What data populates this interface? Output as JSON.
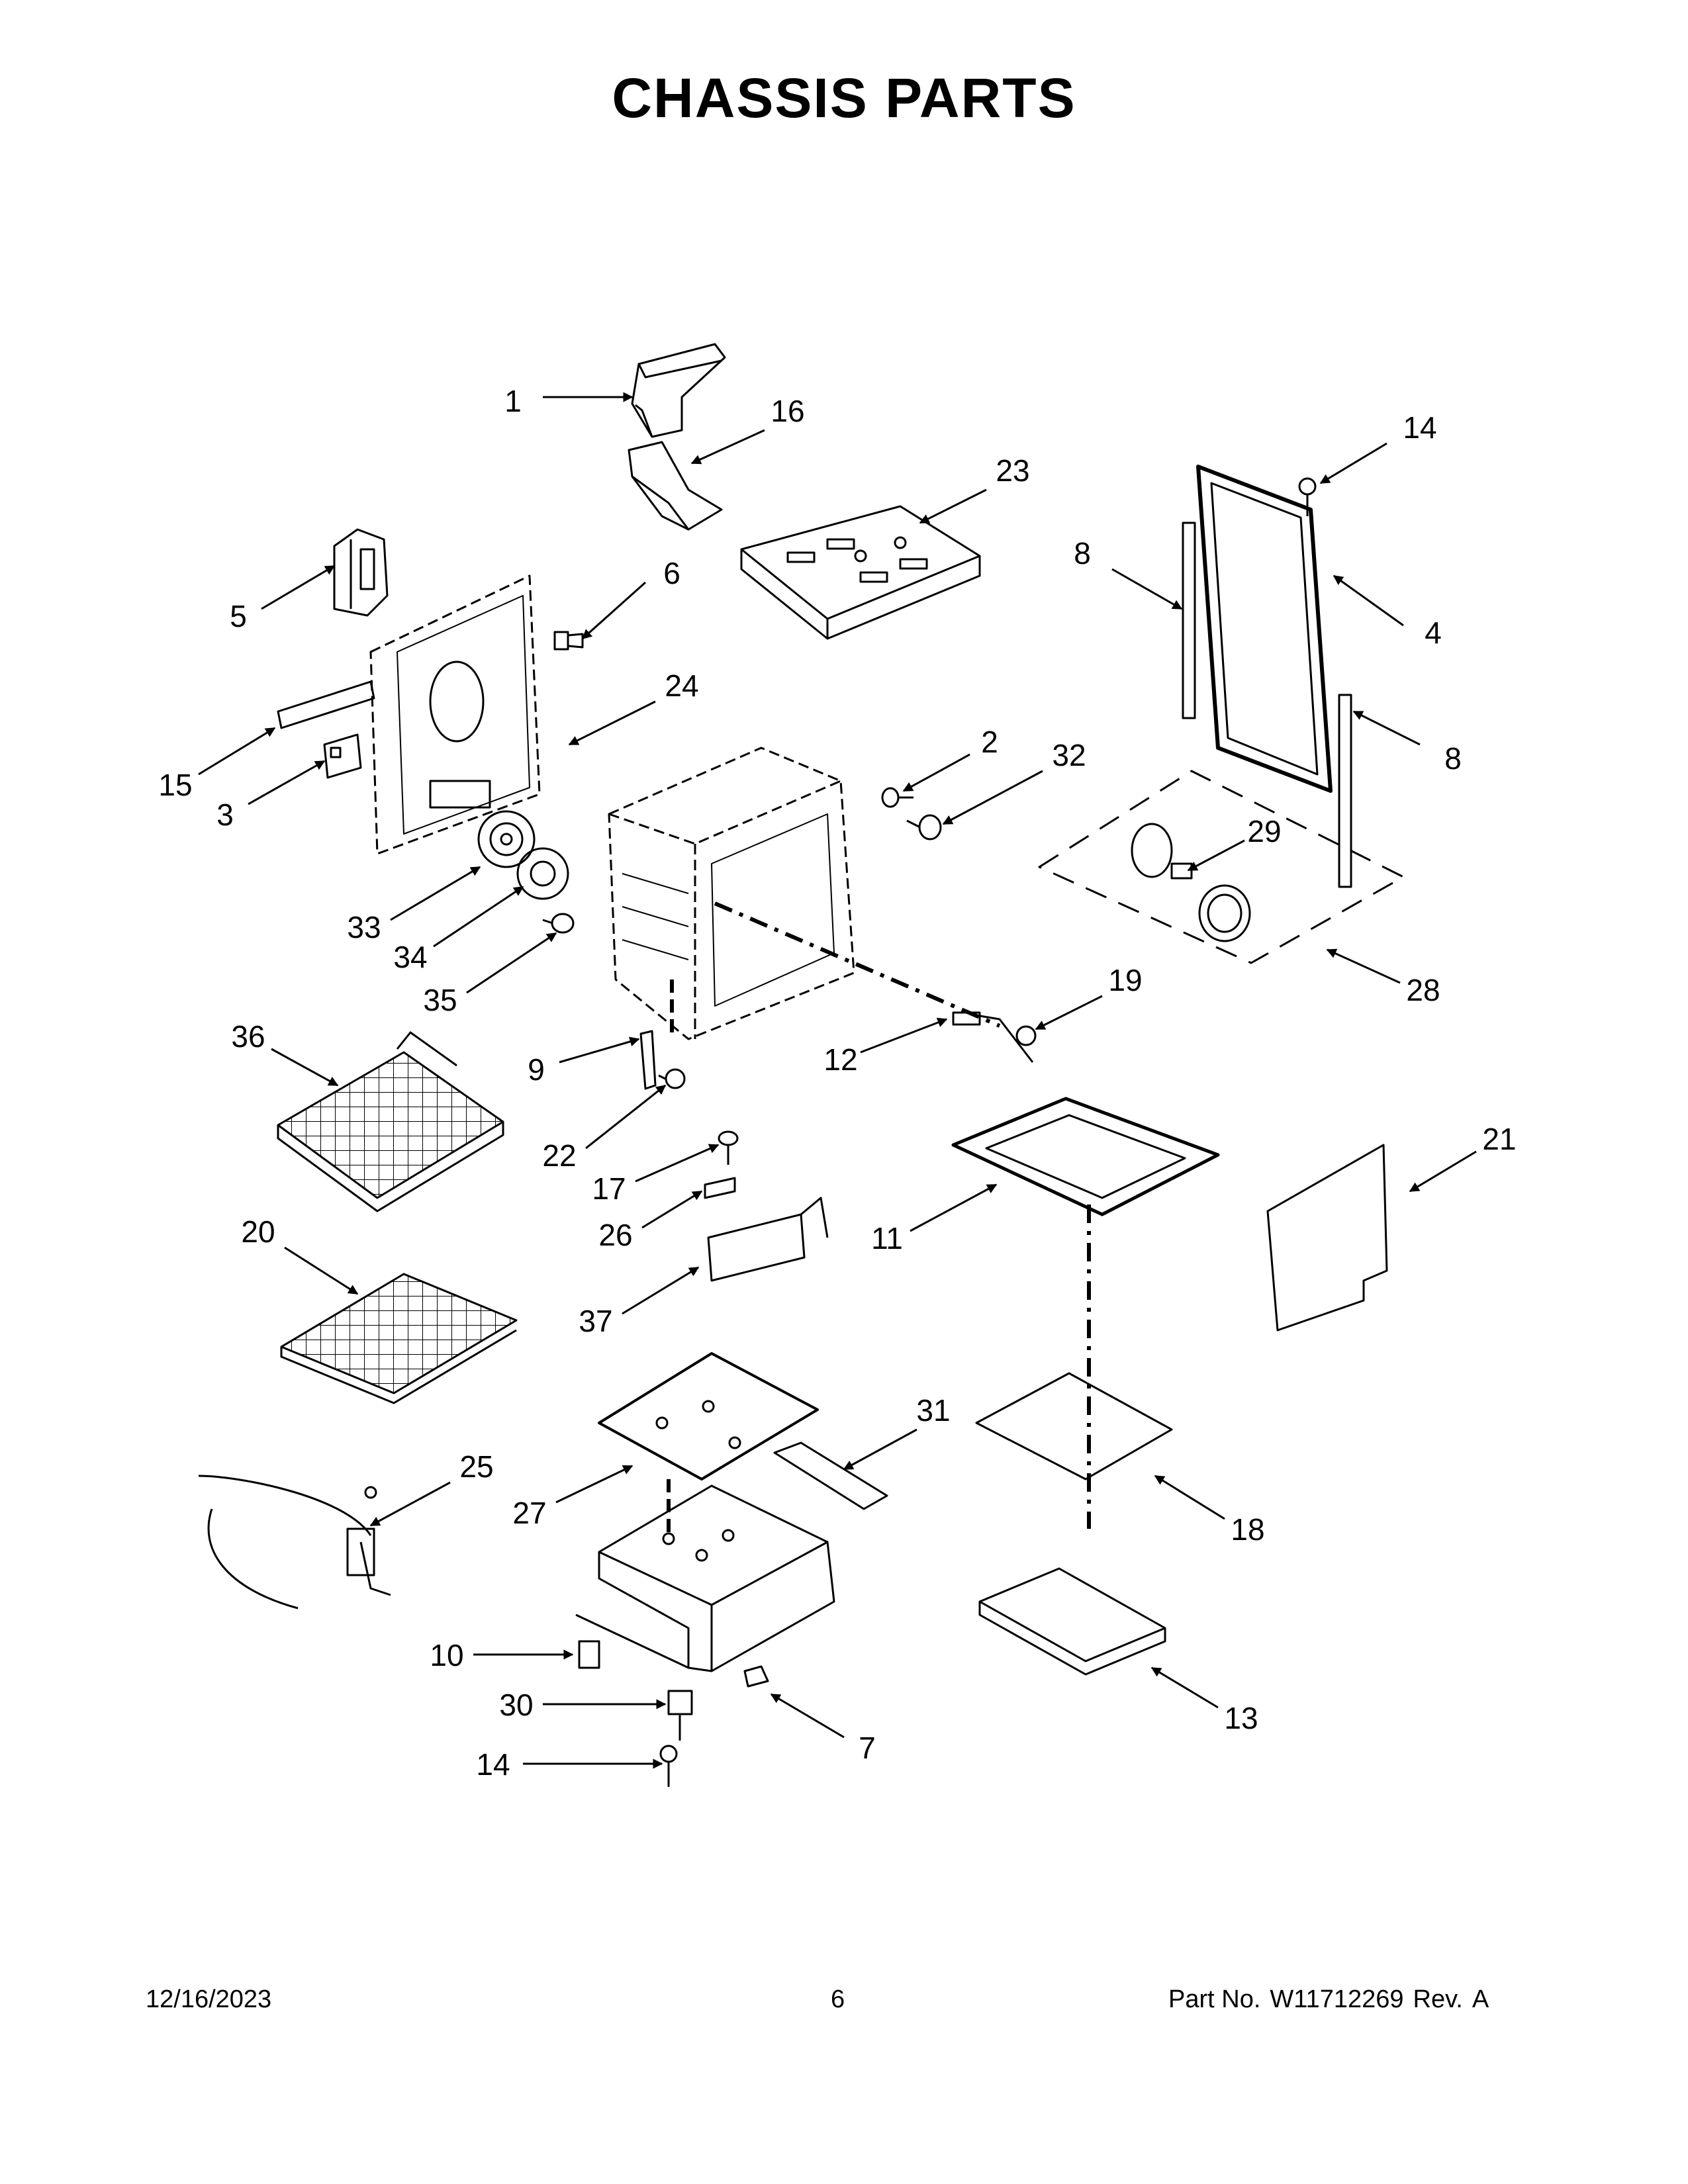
{
  "page": {
    "title": "CHASSIS PARTS",
    "footer": {
      "date": "12/16/2023",
      "page_number": "6",
      "part_label": "Part No.",
      "part_number": "W11712269",
      "rev_label": "Rev.",
      "rev_value": "A"
    }
  },
  "callouts": [
    "1",
    "16",
    "23",
    "14",
    "8",
    "5",
    "6",
    "4",
    "8",
    "24",
    "2",
    "32",
    "15",
    "3",
    "29",
    "33",
    "34",
    "35",
    "28",
    "19",
    "36",
    "9",
    "22",
    "12",
    "17",
    "21",
    "26",
    "11",
    "20",
    "37",
    "31",
    "25",
    "27",
    "18",
    "10",
    "30",
    "7",
    "13",
    "14"
  ],
  "colors": {
    "line": "#000000",
    "background": "#ffffff"
  }
}
